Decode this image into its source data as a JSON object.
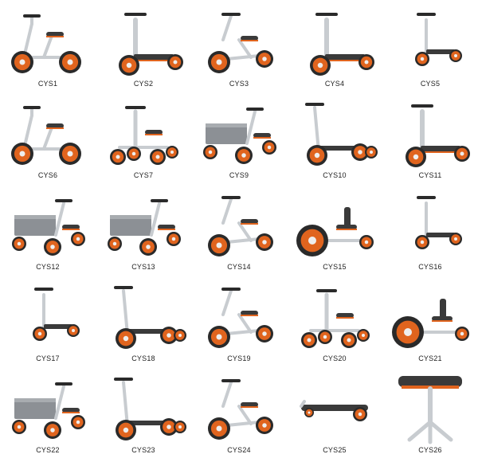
{
  "colors": {
    "frame": "#c8ccd0",
    "wheel": "#e0641e",
    "tire": "#2a2a2a",
    "deck": "#3a3a3a",
    "crate": "#8c9095"
  },
  "items": [
    {
      "label": "CYS1",
      "kind": "balance"
    },
    {
      "label": "CYS2",
      "kind": "scooter"
    },
    {
      "label": "CYS3",
      "kind": "trike"
    },
    {
      "label": "CYS4",
      "kind": "scooter"
    },
    {
      "label": "CYS5",
      "kind": "scooter-small"
    },
    {
      "label": "CYS6",
      "kind": "balance"
    },
    {
      "label": "CYS7",
      "kind": "quad"
    },
    {
      "label": "CYS9",
      "kind": "cart"
    },
    {
      "label": "CYS10",
      "kind": "kick"
    },
    {
      "label": "CYS11",
      "kind": "scooter"
    },
    {
      "label": "CYS12",
      "kind": "cart"
    },
    {
      "label": "CYS13",
      "kind": "cart"
    },
    {
      "label": "CYS14",
      "kind": "trike"
    },
    {
      "label": "CYS15",
      "kind": "recumbent"
    },
    {
      "label": "CYS16",
      "kind": "scooter-small"
    },
    {
      "label": "CYS17",
      "kind": "scooter-small"
    },
    {
      "label": "CYS18",
      "kind": "kick"
    },
    {
      "label": "CYS19",
      "kind": "trike"
    },
    {
      "label": "CYS20",
      "kind": "quad"
    },
    {
      "label": "CYS21",
      "kind": "recumbent"
    },
    {
      "label": "CYS22",
      "kind": "cart"
    },
    {
      "label": "CYS23",
      "kind": "kick"
    },
    {
      "label": "CYS24",
      "kind": "trike"
    },
    {
      "label": "CYS25",
      "kind": "board"
    },
    {
      "label": "CYS26",
      "kind": "stool"
    }
  ]
}
